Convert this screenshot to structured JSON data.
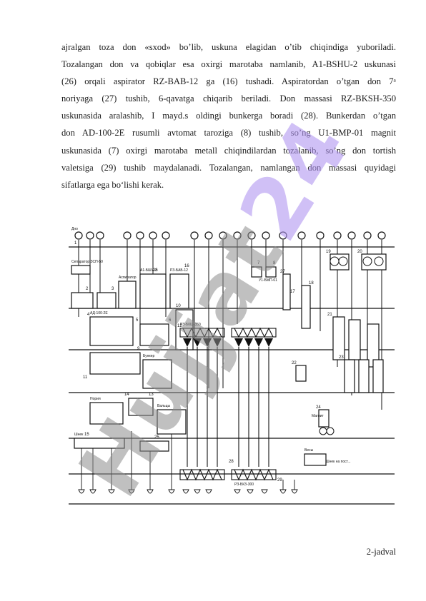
{
  "document": {
    "paragraph_lines": [
      "ajralgan toza don «sxod» bo’lib, uskuna elagidan o’tib chiqindiga yuboriladi.",
      "Tozalangan don va qobiqlar esa oxirgi marotaba namlanib, A1-BSHU-2 uskunasi",
      "(26) orqali aspirator RZ-BAB-12 ga (16) tushadi. Aspiratordan o’tgan don 7ᵃ",
      "noriyaga (27) tushib, 6-qavatga chiqarib beriladi. Don massasi RZ-BKSH-350",
      "uskunasida aralashib, I mayd.s oldingi bunkerga boradi (28). Bunkerdan o’tgan",
      "don AD-100-2E rusumli avtomat taroziga (8) tushib, so’ng U1-BMP-01 magnit",
      "uskunasida (7) oxirgi marotaba metall chiqindilardan tozalanib, so’ng don tortish",
      "valetsiga (29) tushib maydalanadi. Tozalangan, namlangan don massasi quyidagi",
      "sifatlarga ega bo‘lishi kerak."
    ],
    "caption": "2-jadval"
  },
  "diagram": {
    "labels": {
      "top_left": "Дно",
      "sep_left": "Сепаратор ЗСП-50",
      "aspirator": "Аспиратор",
      "a1_bshu": "А1-БШУ-2",
      "rz_bab": "РЗ-БАБ-12",
      "u1_bmp": "У1-БМП-01",
      "ad_100": "АД-100-2Е",
      "rz_bksh": "РЗ-БКШ-350",
      "bunker": "Бункер",
      "noriya": "Нория",
      "shnek": "Шнек",
      "mag": "Магнит",
      "valets": "Вальцы",
      "vesy": "Весы",
      "note_bottom": "Шнек на пост...",
      "legend_right": "РЗ-БКЗ-300"
    },
    "numbers": [
      "1",
      "2",
      "3",
      "4",
      "5",
      "6",
      "7",
      "8",
      "9",
      "10",
      "11",
      "12",
      "13",
      "14",
      "15",
      "16",
      "17",
      "18",
      "19",
      "20",
      "21",
      "22",
      "23",
      "24",
      "25",
      "26",
      "27",
      "28",
      "29"
    ]
  },
  "watermark": {
    "text_grey": "Hujjat",
    "text_accent": "24"
  }
}
